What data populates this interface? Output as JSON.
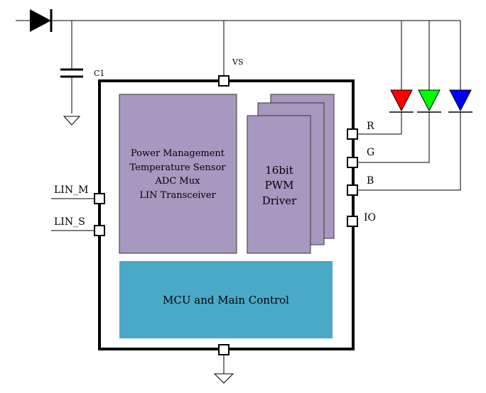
{
  "labels": {
    "capacitor": "C1",
    "supply_pin": "VS",
    "lin_master": "LIN_M",
    "lin_slave": "LIN_S",
    "pin_r": "R",
    "pin_g": "G",
    "pin_b": "B",
    "pin_io": "IO"
  },
  "power_block": {
    "lines": [
      "Power Management",
      "Temperature Sensor",
      "ADC Mux",
      "LIN Transceiver"
    ]
  },
  "pwm_block": {
    "lines": [
      "16bit",
      "PWM",
      "Driver"
    ]
  },
  "mcu_block": {
    "label": "MCU and Main Control"
  },
  "colors": {
    "block_purple": "#a898c0",
    "block_teal": "#4aa9c6",
    "led_red": "#ff0000",
    "led_green": "#00ff00",
    "led_blue": "#0000ff",
    "outline": "#000000"
  },
  "icons": [
    "diode-icon",
    "capacitor-icon",
    "ground-icon",
    "led-icon"
  ]
}
